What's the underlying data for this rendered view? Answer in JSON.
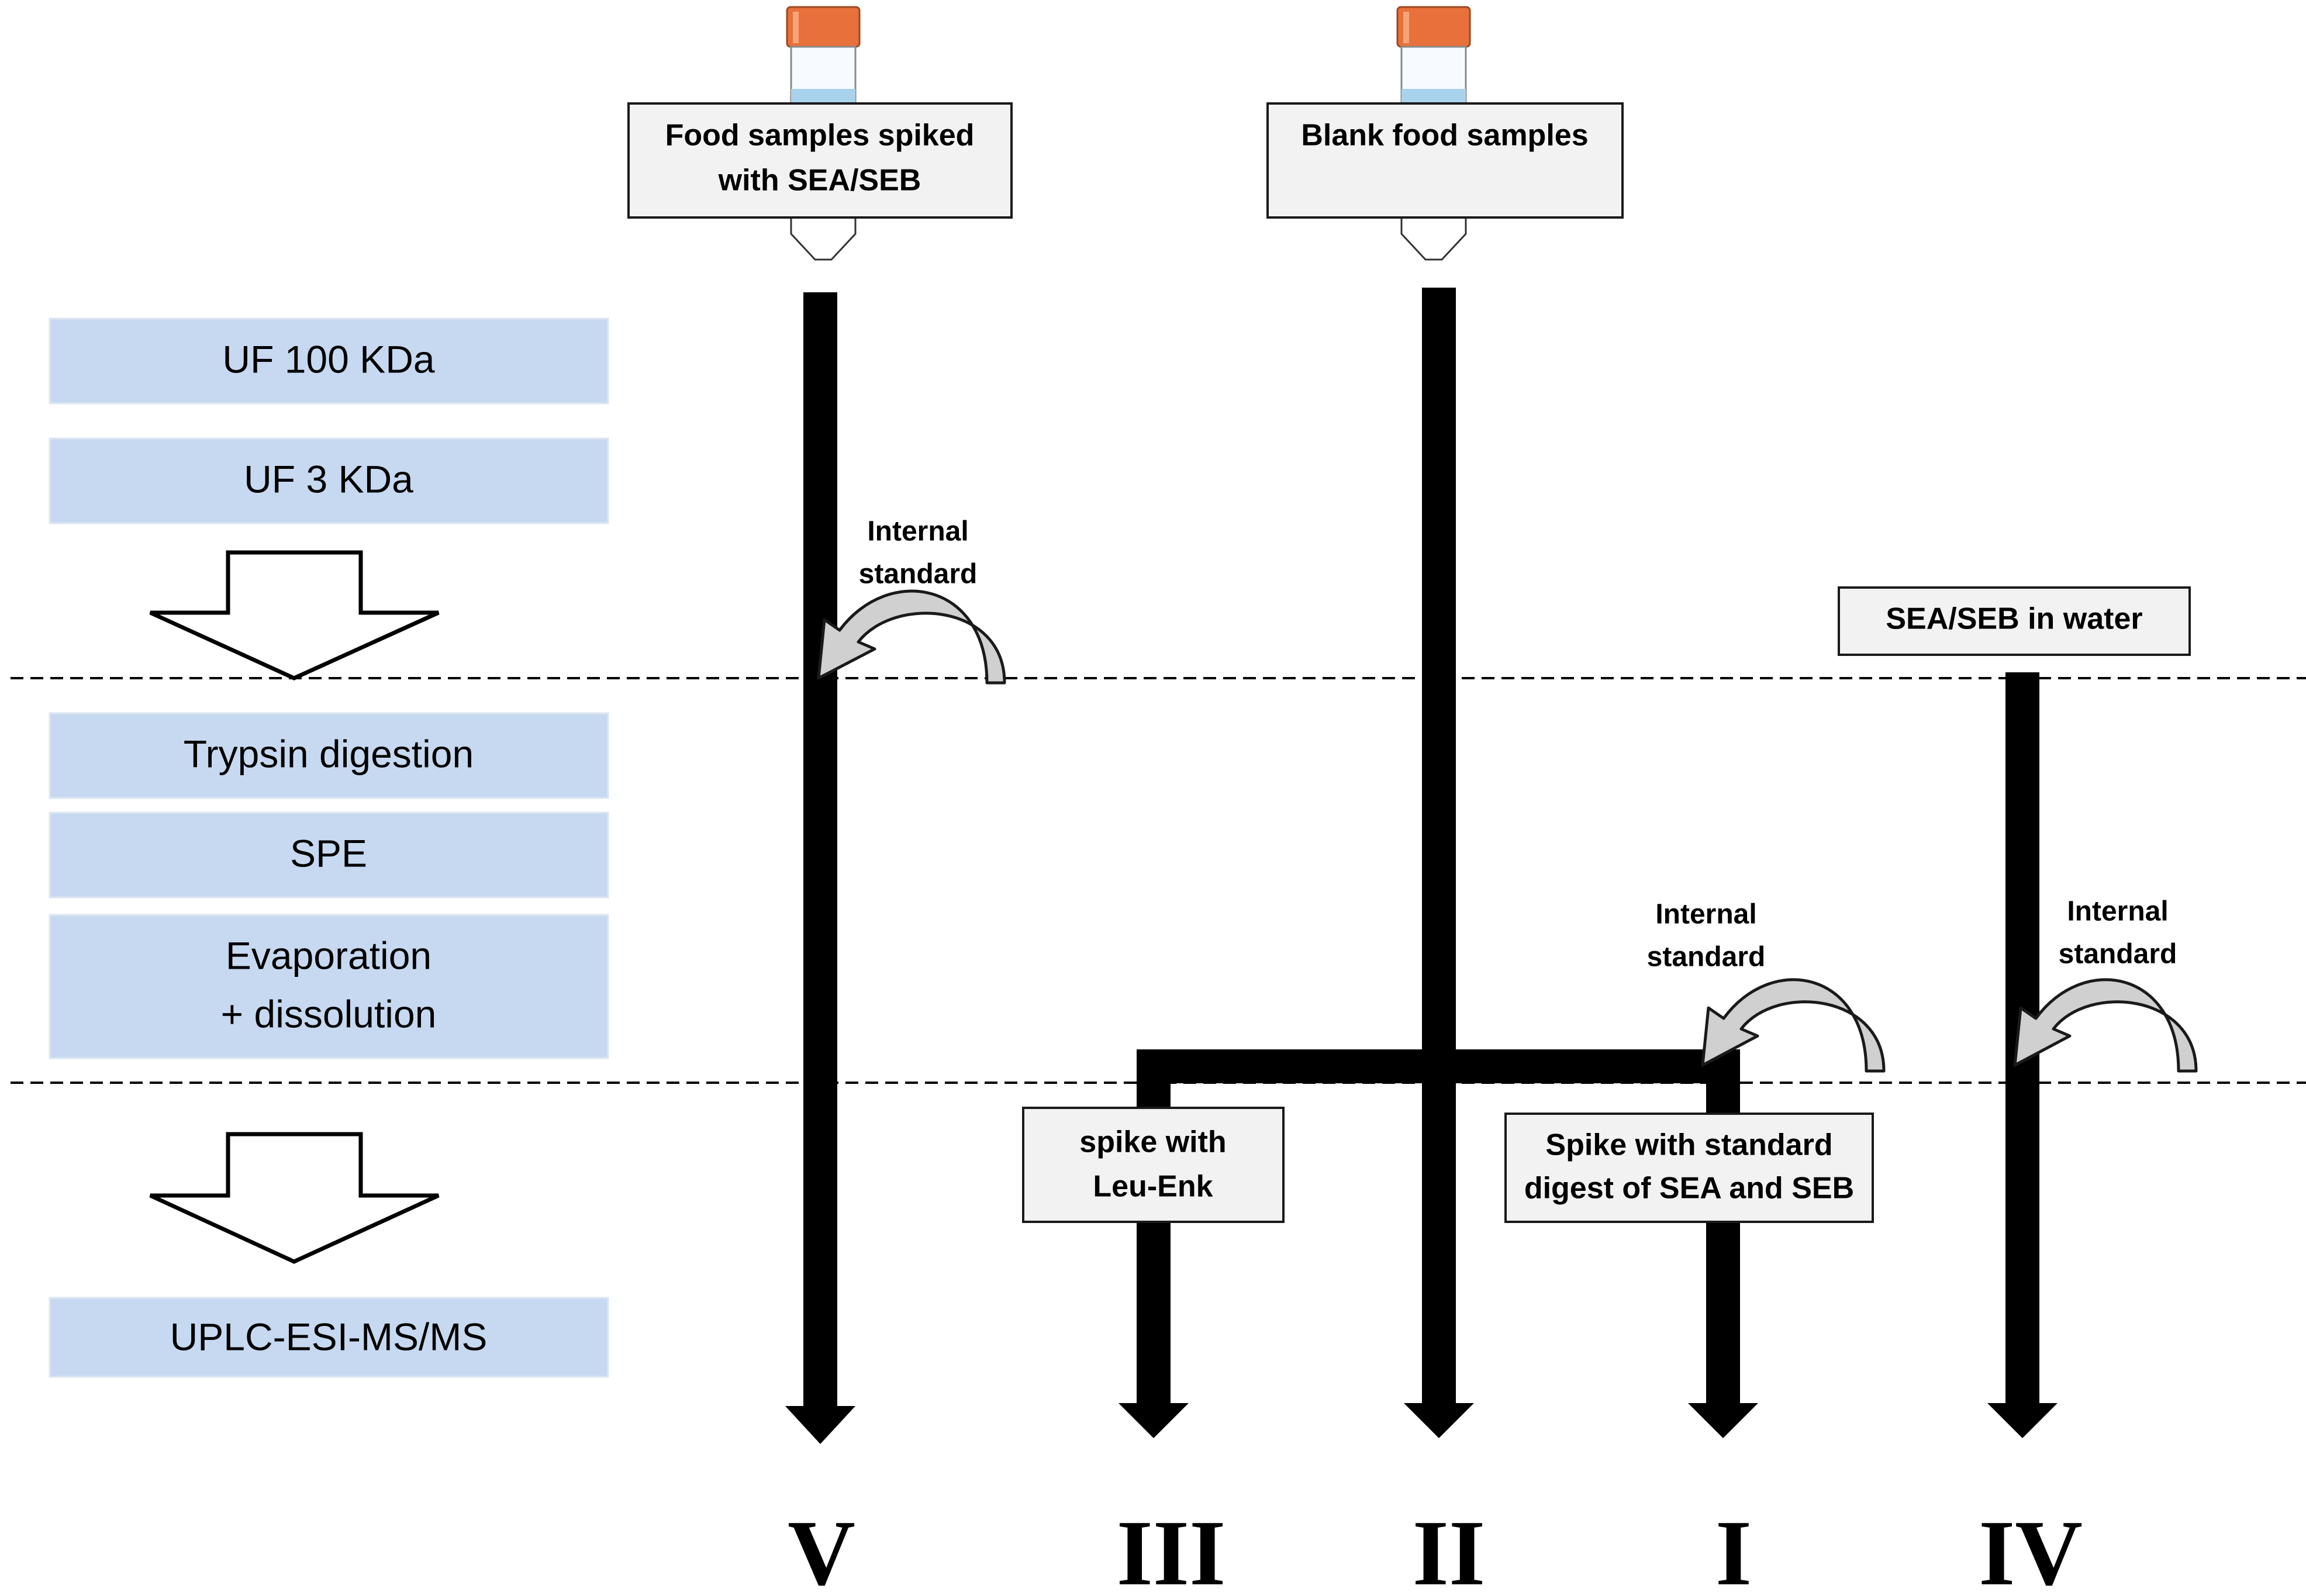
{
  "steps": {
    "uf100": "UF 100 KDa",
    "uf3": "UF 3 KDa",
    "trypsin": "Trypsin digestion",
    "spe": "SPE",
    "evap_line1": "Evaporation",
    "evap_line2": "+ dissolution",
    "uplc": "UPLC-ESI-MS/MS"
  },
  "samples": {
    "spiked_line1": "Food samples spiked",
    "spiked_line2": "with SEA/SEB",
    "blank": "Blank food samples",
    "water": "SEA/SEB in water"
  },
  "annotations": {
    "internal_standard_line1": "Internal",
    "internal_standard_line2": "standard",
    "leu_enk_line1": "spike with",
    "leu_enk_line2": "Leu-Enk",
    "std_digest_line1": "Spike with standard",
    "std_digest_line2": "digest of SEA and SEB"
  },
  "pathways": {
    "V": "V",
    "III": "III",
    "II": "II",
    "I": "I",
    "IV": "IV"
  },
  "colors": {
    "step_fill": "#c6d9f0",
    "label_fill": "#f2f2f2",
    "tube_cap": "#e8703a",
    "tube_liquid": "#a9d2ec",
    "curl_fill": "#d0d0d0"
  },
  "icons": [
    "sample-tube-icon",
    "curved-arrow-icon",
    "hollow-down-arrow-icon"
  ]
}
